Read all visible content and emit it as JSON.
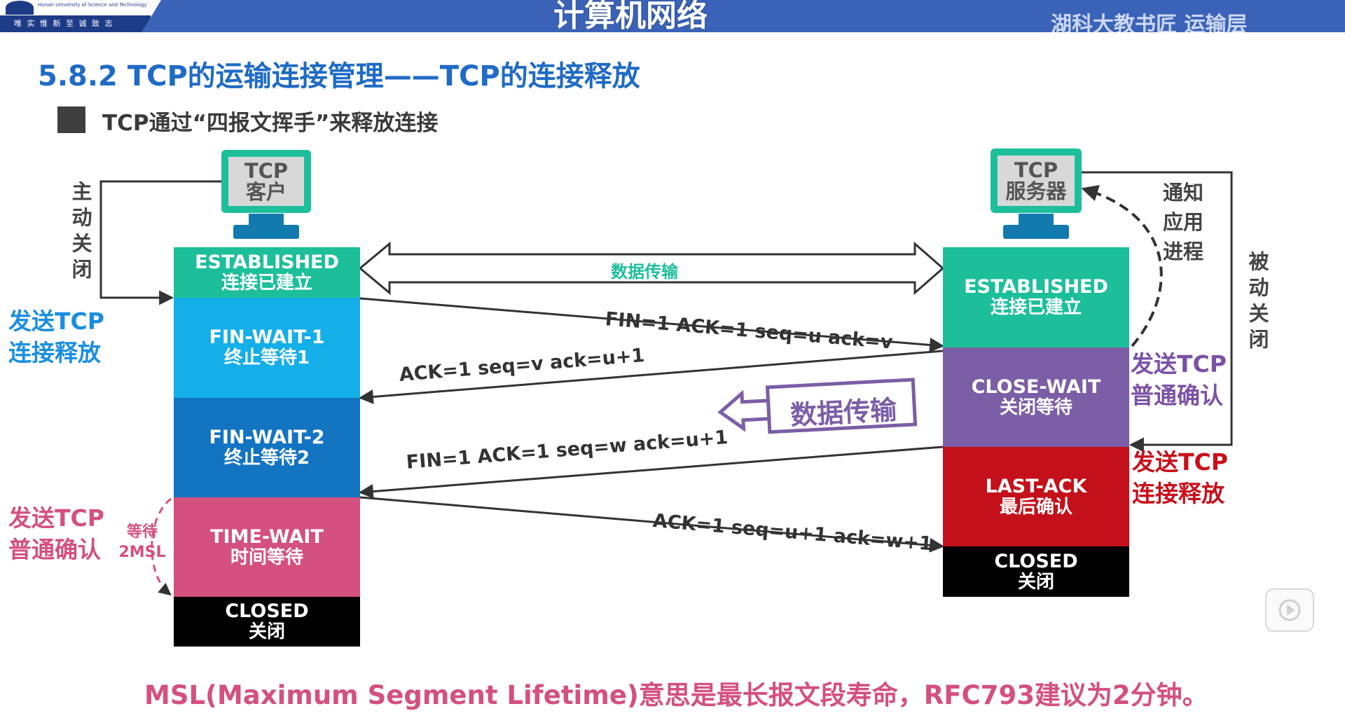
{
  "header": {
    "logo_line1": "Hunan University of Science and Technology",
    "logo_line2": "唯 实 惟 新   至 诚 致 志",
    "course_title": "计算机网络",
    "top_right": "湖科大教书匠 运输层"
  },
  "slide": {
    "title": "5.8.2 TCP的运输连接管理——TCP的连接释放",
    "bullet": "TCP通过“四报文挥手”来释放连接"
  },
  "client": {
    "computer_label": [
      "TCP",
      "客户"
    ],
    "side_label": "主动关闭",
    "send_release": [
      "发送TCP",
      "连接释放"
    ],
    "send_ack": [
      "发送TCP",
      "普通确认"
    ],
    "wait_note": [
      "等待",
      "2MSL"
    ],
    "states": [
      {
        "en": "ESTABLISHED",
        "zh": "连接已建立",
        "color": "#1dbf9b"
      },
      {
        "en": "FIN-WAIT-1",
        "zh": "终止等待1",
        "color": "#14aee8"
      },
      {
        "en": "FIN-WAIT-2",
        "zh": "终止等待2",
        "color": "#1374c2"
      },
      {
        "en": "TIME-WAIT",
        "zh": "时间等待",
        "color": "#d4507f"
      },
      {
        "en": "CLOSED",
        "zh": "关闭",
        "color": "#000000"
      }
    ]
  },
  "server": {
    "computer_label": [
      "TCP",
      "服务器"
    ],
    "side_label": "被动关闭",
    "notify_app": [
      "通知",
      "应用",
      "进程"
    ],
    "send_ack": [
      "发送TCP",
      "普通确认"
    ],
    "send_release": [
      "发送TCP",
      "连接释放"
    ],
    "states": [
      {
        "en": "ESTABLISHED",
        "zh": "连接已建立",
        "color": "#1dbf9b"
      },
      {
        "en": "CLOSE-WAIT",
        "zh": "关闭等待",
        "color": "#7b5ea6"
      },
      {
        "en": "LAST-ACK",
        "zh": "最后确认",
        "color": "#c4101a"
      },
      {
        "en": "CLOSED",
        "zh": "关闭",
        "color": "#000000"
      }
    ]
  },
  "data_transfer_label": "数据传输",
  "data_transfer_label2": "数据传输",
  "messages": [
    {
      "text": "FIN=1   ACK=1   seq=u   ack=v"
    },
    {
      "text": "ACK=1    seq=v    ack=u+1"
    },
    {
      "text": "FIN=1    ACK=1     seq=w     ack=u+1"
    },
    {
      "text": "ACK=1   seq=u+1   ack=w+1"
    }
  ],
  "footer": "MSL(Maximum Segment Lifetime)意思是最长报文段寿命，RFC793建议为2分钟。",
  "colors": {
    "accent_blue": "#1f6bc5",
    "pink": "#d4507f",
    "purple": "#7b5ea6",
    "red": "#c4101a"
  }
}
